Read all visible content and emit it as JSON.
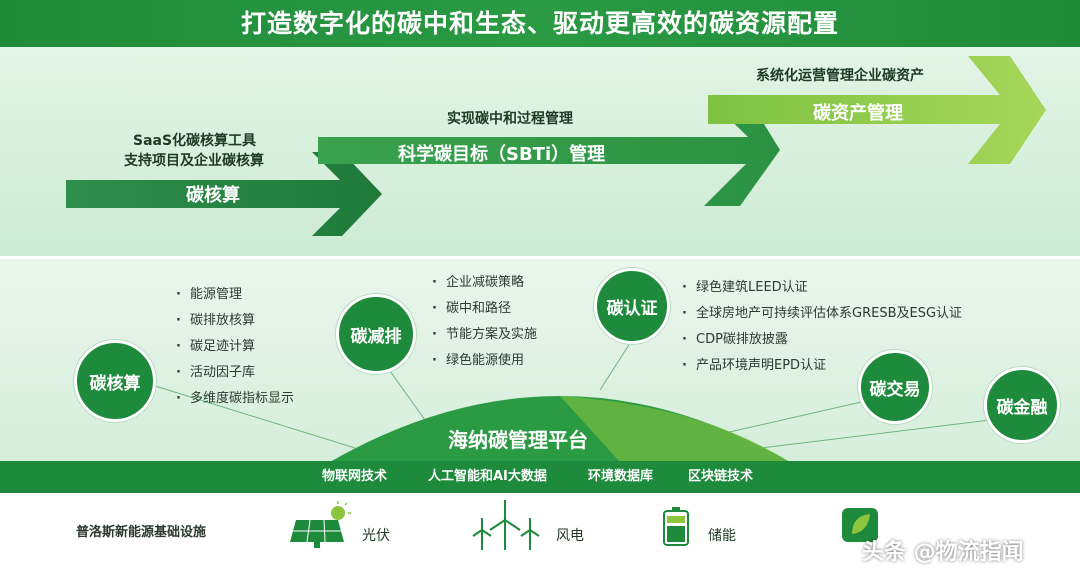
{
  "banner": {
    "title": "打造数字化的碳中和生态、驱动更高效的碳资源配置"
  },
  "stage1": {
    "step1": {
      "line1": "SaaS化碳核算工具",
      "line2": "支持项目及企业碳核算",
      "arrow_label": "碳核算"
    },
    "step2": {
      "caption": "实现碳中和过程管理",
      "arrow_label": "科学碳目标（SBTi）管理"
    },
    "step3": {
      "caption": "系统化运营管理企业碳资产",
      "arrow_label": "碳资产管理"
    }
  },
  "stage2": {
    "carbon_accounting": {
      "label": "碳核算",
      "items": [
        "能源管理",
        "碳排放核算",
        "碳足迹计算",
        "活动因子库",
        "多维度碳指标显示"
      ]
    },
    "carbon_reduction": {
      "label": "碳减排",
      "items": [
        "企业减碳策略",
        "碳中和路径",
        "节能方案及实施",
        "绿色能源使用"
      ]
    },
    "carbon_certification": {
      "label": "碳认证",
      "items": [
        "绿色建筑LEED认证",
        "全球房地产可持续评估体系GRESB及ESG认证",
        "CDP碳排放披露",
        "产品环境声明EPD认证"
      ]
    },
    "carbon_trading": {
      "label": "碳交易"
    },
    "carbon_finance": {
      "label": "碳金融"
    },
    "platform": {
      "title": "海纳碳管理平台"
    }
  },
  "tech": [
    "物联网技术",
    "人工智能和AI大数据",
    "环境数据库",
    "区块链技术"
  ],
  "infrastructure": {
    "label": "普洛斯新能源基础设施",
    "items": [
      {
        "icon": "solar-panel-icon",
        "label": "光伏"
      },
      {
        "icon": "wind-turbine-icon",
        "label": "风电"
      },
      {
        "icon": "battery-icon",
        "label": "储能"
      }
    ]
  },
  "watermark": "头条 @物流指闻",
  "colors": {
    "primary_green": "#1e8a3c",
    "light_green": "#8cc63f",
    "dark_text": "#1d3a24"
  }
}
